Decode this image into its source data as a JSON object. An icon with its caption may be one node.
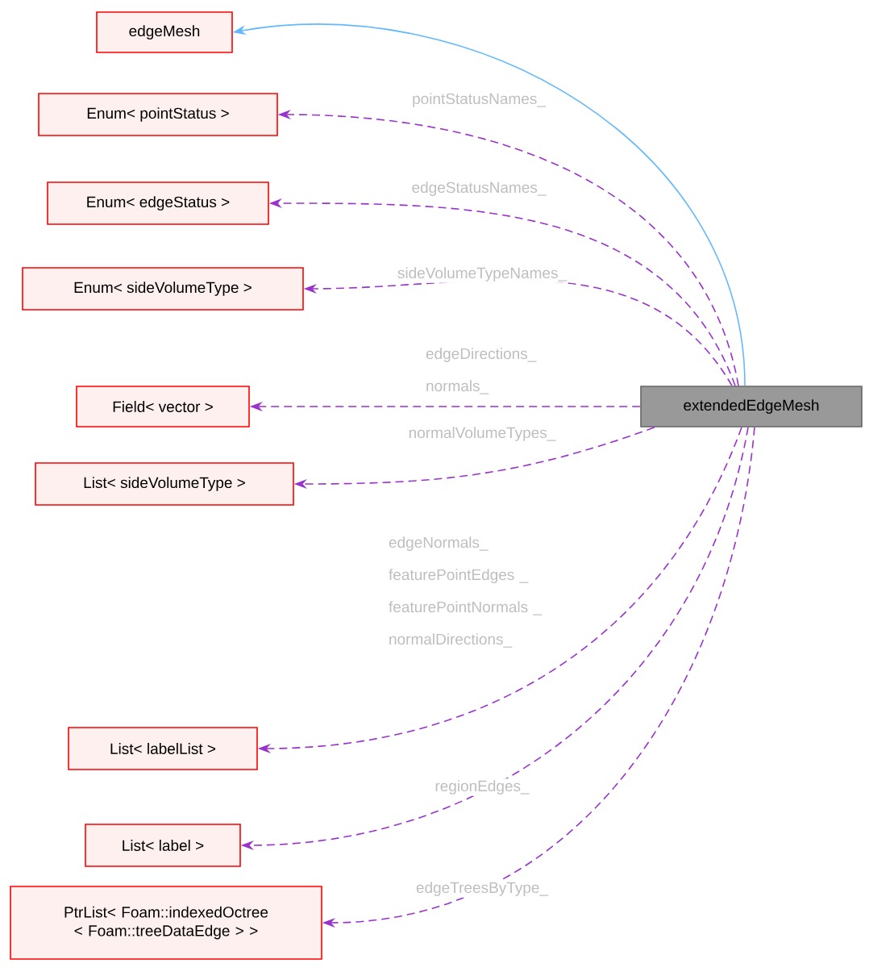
{
  "diagram": {
    "nodes": [
      {
        "text": [
          "edgeMesh"
        ]
      },
      {
        "text": [
          "Enum< pointStatus >"
        ]
      },
      {
        "text": [
          "Enum< edgeStatus >"
        ]
      },
      {
        "text": [
          "Enum< sideVolumeType >"
        ]
      },
      {
        "text": [
          "Field< vector >"
        ]
      },
      {
        "text": [
          "extendedEdgeMesh"
        ]
      },
      {
        "text": [
          "List< sideVolumeType >"
        ]
      },
      {
        "text": [
          "List< labelList >"
        ]
      },
      {
        "text": [
          "List< label >"
        ]
      },
      {
        "text": [
          "PtrList< Foam::indexedOctree < Foam::treeDataEdge > >"
        ]
      }
    ],
    "edges": [
      {
        "from": 5,
        "to": 0,
        "arrow": "to",
        "color": "#63b8ff"
      },
      {
        "from": 5,
        "to": 1,
        "arrow": "to",
        "style": "dashed",
        "label": "pointStatusNames_"
      },
      {
        "from": 5,
        "to": 2,
        "arrow": "to",
        "style": "dashed",
        "label": "edgeStatusNames_"
      },
      {
        "from": 5,
        "to": 3,
        "arrow": "to",
        "style": "dashed",
        "label": "sideVolumeTypeNames_"
      },
      {
        "from": 5,
        "to": 4,
        "arrow": "to",
        "style": "dashed",
        "label": "edgeDirections_ normals_"
      },
      {
        "from": 5,
        "to": 6,
        "arrow": "to",
        "style": "dashed",
        "label": "normalVolumeTypes_"
      },
      {
        "from": 5,
        "to": 7,
        "arrow": "to",
        "style": "dashed",
        "label": "edgeNormals_ featurePointEdges _ featurePointNormals _ normalDirections_"
      },
      {
        "from": 5,
        "to": 8,
        "arrow": "to",
        "style": "dashed",
        "label": "regionEdges_"
      },
      {
        "from": 5,
        "to": 9,
        "arrow": "to",
        "style": "dashed",
        "label": "edgeTreesByType_"
      }
    ]
  }
}
